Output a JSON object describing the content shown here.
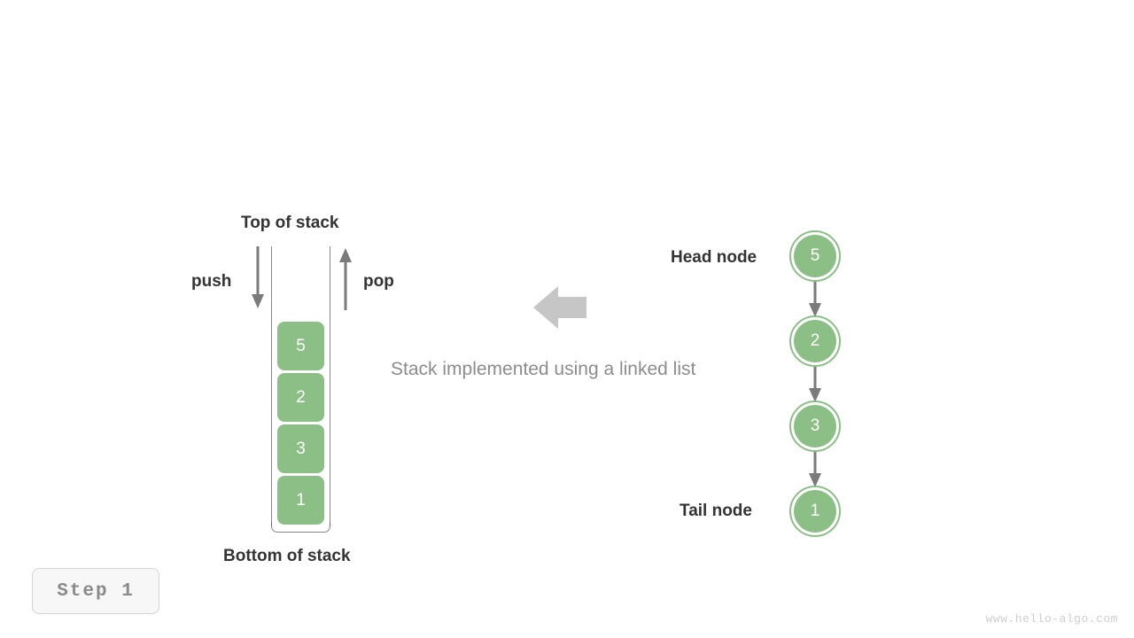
{
  "diagram": {
    "caption": "Stack implemented using a linked list",
    "stack": {
      "top_label": "Top of stack",
      "bottom_label": "Bottom of stack",
      "push_label": "push",
      "pop_label": "pop",
      "values": [
        "5",
        "2",
        "3",
        "1"
      ]
    },
    "linked_list": {
      "head_label": "Head node",
      "tail_label": "Tail node",
      "nodes": [
        "5",
        "2",
        "3",
        "1"
      ]
    },
    "center_arrow": "left-block-arrow"
  },
  "step_badge": {
    "text": "Step 1"
  },
  "watermark": {
    "text": "www.hello-algo.com"
  },
  "colors": {
    "green": "#8cbf86",
    "arrow_gray": "#7a7a7a",
    "block_arrow_gray": "#c6c6c6",
    "label_dark": "#333333",
    "label_gray": "#8c8c8c",
    "badge_text": "#8a8a8a",
    "watermark": "#cfcfcf"
  }
}
